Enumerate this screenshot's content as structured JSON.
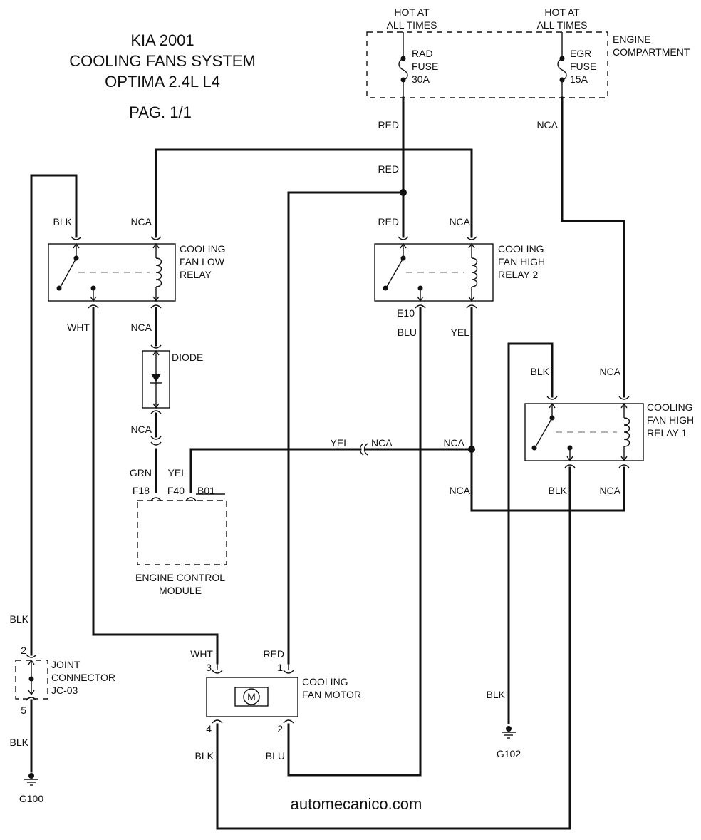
{
  "title": {
    "line1": "KIA 2001",
    "line2": "COOLING FANS SYSTEM",
    "line3": "OPTIMA 2.4L L4",
    "page": "PAG. 1/1"
  },
  "watermark": "automecanico.com",
  "power": {
    "hot1": [
      "HOT AT",
      "ALL TIMES"
    ],
    "hot2": [
      "HOT AT",
      "ALL TIMES"
    ],
    "engine_compartment": [
      "ENGINE",
      "COMPARTMENT"
    ],
    "rad_fuse": [
      "RAD",
      "FUSE",
      "30A"
    ],
    "egr_fuse": [
      "EGR",
      "FUSE",
      "15A"
    ]
  },
  "components": {
    "low_relay": [
      "COOLING",
      "FAN LOW",
      "RELAY"
    ],
    "high_relay2": [
      "COOLING",
      "FAN HIGH",
      "RELAY 2"
    ],
    "high_relay1": [
      "COOLING",
      "FAN HIGH",
      "RELAY 1"
    ],
    "diode": "DIODE",
    "ecm": [
      "ENGINE CONTROL",
      "MODULE"
    ],
    "joint": [
      "JOINT",
      "CONNECTOR",
      "JC-03"
    ],
    "motor": [
      "COOLING",
      "FAN MOTOR"
    ],
    "motor_symbol": "M"
  },
  "wire_labels": {
    "red_fuse": "RED",
    "nca_egr": "NCA",
    "red_mid": "RED",
    "blk_low_top": "BLK",
    "nca_low_top": "NCA",
    "red_hr2_top": "RED",
    "nca_hr2_top": "NCA",
    "wht_low": "WHT",
    "nca_low_bot": "NCA",
    "e10": "E10",
    "blu_hr2": "BLU",
    "yel_hr2": "YEL",
    "blk_hr1_top": "BLK",
    "nca_hr1_top": "NCA",
    "nca_diode_bot": "NCA",
    "yel_conn": "YEL",
    "nca_conn": "NCA",
    "nca_node": "NCA",
    "grn": "GRN",
    "yel_ecm": "YEL",
    "f18": "F18",
    "f40": "F40",
    "b01": "B01",
    "nca_hr1_left": "NCA",
    "blk_hr1_bot": "BLK",
    "nca_hr1_bot": "NCA",
    "blk_jc_top": "BLK",
    "pin2_jc": "2",
    "pin5_jc": "5",
    "blk_jc_bot": "BLK",
    "wht_motor": "WHT",
    "red_motor": "RED",
    "pin3": "3",
    "pin1": "1",
    "pin4": "4",
    "pin2_motor": "2",
    "blk_motor": "BLK",
    "blu_motor": "BLU",
    "blk_g102": "BLK"
  },
  "grounds": {
    "g100": "G100",
    "g102": "G102"
  }
}
